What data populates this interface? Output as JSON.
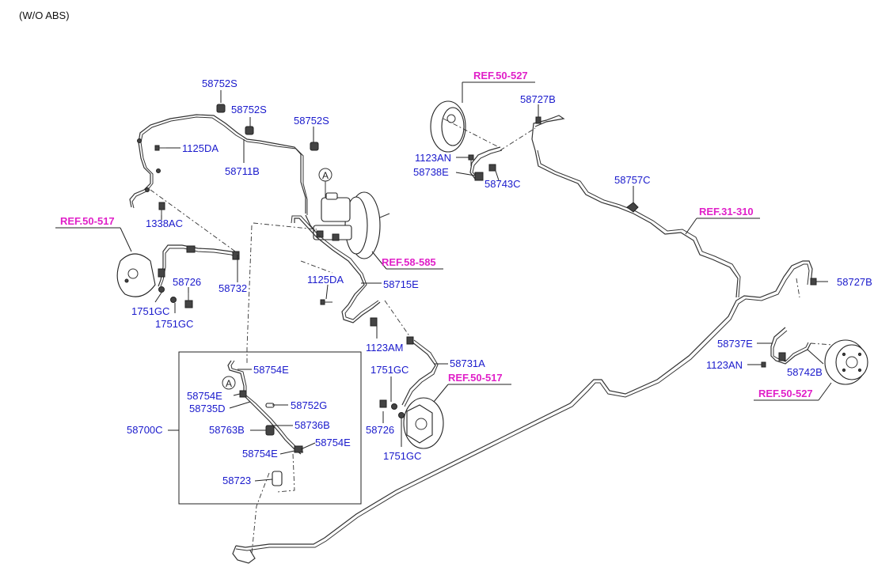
{
  "header": {
    "variant": "(W/O ABS)"
  },
  "labels": {
    "p58752s_a": "58752S",
    "p58752s_b": "58752S",
    "p58752s_c": "58752S",
    "p1125da_a": "1125DA",
    "p58711b": "58711B",
    "p1338ac": "1338AC",
    "p58732": "58732",
    "p58726_l": "58726",
    "p1751gc_l1": "1751GC",
    "p1751gc_l2": "1751GC",
    "p1125da_b": "1125DA",
    "p58715e": "58715E",
    "p1123am": "1123AM",
    "p58731a": "58731A",
    "p1751gc_r1": "1751GC",
    "p58726_r": "58726",
    "p1751gc_r2": "1751GC",
    "p58754e_1": "58754E",
    "p58754e_2": "58754E",
    "p58735d": "58735D",
    "p58752g": "58752G",
    "p58736b": "58736B",
    "p58700c": "58700C",
    "p58763b": "58763B",
    "p58754e_3": "58754E",
    "p58754e_4": "58754E",
    "p58723": "58723",
    "p58727b_t": "58727B",
    "p1123an_t": "1123AN",
    "p58738e": "58738E",
    "p58743c": "58743C",
    "p58757c": "58757C",
    "p58727b_r": "58727B",
    "p58737e": "58737E",
    "p1123an_r": "1123AN",
    "p58742b": "58742B"
  },
  "refs": {
    "ref_50_517_left": "REF.50-517",
    "ref_50_527_top": "REF.50-527",
    "ref_58_585": "REF.58-585",
    "ref_31_310": "REF.31-310",
    "ref_50_517_right": "REF.50-517",
    "ref_50_527_right": "REF.50-527"
  },
  "markers": {
    "a_top": "A",
    "a_box": "A"
  },
  "colors": {
    "part_number": "#1a1acc",
    "reference": "#e020c8",
    "drawing": "#333333"
  }
}
